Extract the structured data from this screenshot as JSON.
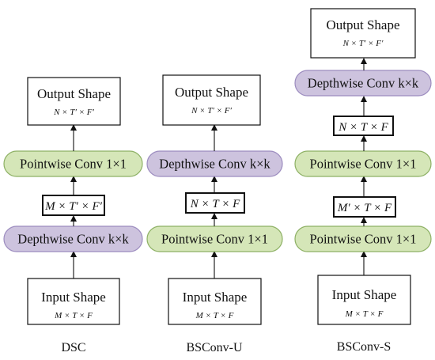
{
  "colors": {
    "pointwise_fill": "#d5e6b8",
    "pointwise_stroke": "#8db064",
    "depthwise_fill": "#cdc3de",
    "depthwise_stroke": "#9c8cbf",
    "line": "#111111"
  },
  "columns": [
    {
      "label": "DSC",
      "output": {
        "title": "Output Shape",
        "formula": "N × T′ × F′"
      },
      "input": {
        "title": "Input Shape",
        "formula": "M × T × F"
      },
      "upper_op": {
        "label": "Pointwise Conv 1×1",
        "kind": "pointwise"
      },
      "mid_shape": "M × T′ × F′",
      "lower_op": {
        "label": "Depthwise Conv k×k",
        "kind": "depthwise"
      }
    },
    {
      "label": "BSConv-U",
      "output": {
        "title": "Output Shape",
        "formula": "N × T′ × F′"
      },
      "input": {
        "title": "Input Shape",
        "formula": "M × T × F"
      },
      "upper_op": {
        "label": "Depthwise Conv k×k",
        "kind": "depthwise"
      },
      "mid_shape": "N × T × F",
      "lower_op": {
        "label": "Pointwise Conv 1×1",
        "kind": "pointwise"
      }
    },
    {
      "label": "BSConv-S",
      "output": {
        "title": "Output Shape",
        "formula": "N × T′ × F′"
      },
      "input": {
        "title": "Input Shape",
        "formula": "M × T × F"
      },
      "top_op": {
        "label": "Depthwise Conv k×k",
        "kind": "depthwise"
      },
      "top_shape": "N × T × F",
      "upper_op": {
        "label": "Pointwise Conv 1×1",
        "kind": "pointwise"
      },
      "mid_shape": "M′ × T × F",
      "lower_op": {
        "label": "Pointwise Conv 1×1",
        "kind": "pointwise"
      }
    }
  ]
}
